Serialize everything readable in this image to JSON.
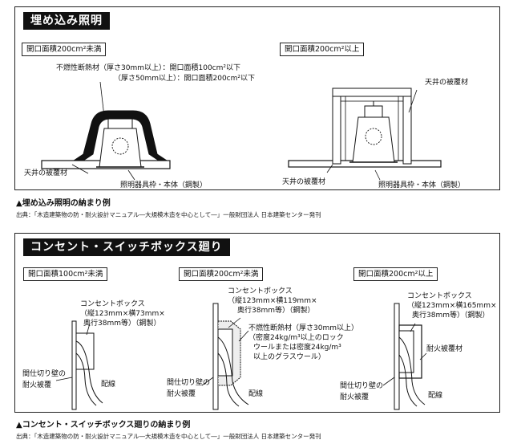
{
  "section1": {
    "title": "埋め込み照明",
    "left": {
      "box": "開口面積200cm²未満",
      "insulation_1": "不燃性断熱材（厚さ30mm以上）：開口面積100cm²以下",
      "insulation_2": "（厚さ50mm以上）：開口面積200cm²以下",
      "ceiling": "天井の被覆材",
      "fixture": "照明器具枠・本体（鋼製）"
    },
    "right": {
      "box": "開口面積200cm²以上",
      "ceiling_top": "天井の被覆材",
      "ceiling": "天井の被覆材",
      "fixture": "照明器具枠・本体（鋼製）"
    },
    "caption": "▲埋め込み照明の納まり例",
    "source": "出典：「木造建築物の防・耐火設計マニュアル―大規模木造を中心として―」一般財団法人 日本建築センター発刊"
  },
  "section2": {
    "title": "コンセント・スイッチボックス廻り",
    "col1": {
      "box": "開口面積100cm²未満",
      "outlet_1": "コンセントボックス",
      "outlet_2": "（縦123mm×横73mm×",
      "outlet_3": "奥行38mm等）（鋼製）",
      "wall_1": "間仕切り壁の",
      "wall_2": "耐火被覆",
      "wiring": "配線"
    },
    "col2": {
      "box": "開口面積200cm²未満",
      "outlet_1": "コンセントボックス",
      "outlet_2": "（縦123mm×横119mm×",
      "outlet_3": "奥行38mm等）（鋼製）",
      "ins_1": "不燃性断熱材（厚さ30mm以上）",
      "ins_2": "（密度24kg/m³以上のロック",
      "ins_3": "ウールまたは密度24kg/m³",
      "ins_4": "以上のグラスウール）",
      "wall_1": "間仕切り壁の",
      "wall_2": "耐火被覆",
      "wiring": "配線"
    },
    "col3": {
      "box": "開口面積200cm²以上",
      "outlet_1": "コンセントボックス",
      "outlet_2": "（縦123mm×横165mm×",
      "outlet_3": "奥行38mm等）（鋼製）",
      "cover": "耐火被覆材",
      "wall_1": "間仕切り壁の",
      "wall_2": "耐火被覆",
      "wiring": "配線"
    },
    "caption": "▲コンセント・スイッチボックス廻りの納まり例",
    "source": "出典：「木造建築物の防・耐火設計マニュアル―大規模木造を中心として―」一般財団法人 日本建築センター発刊"
  }
}
